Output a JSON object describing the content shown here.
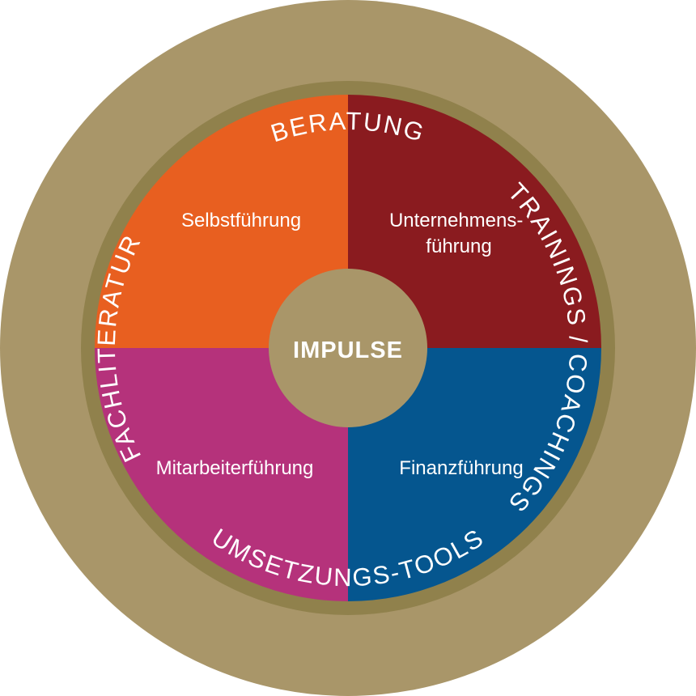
{
  "outer_ring": {
    "top": "BERATUNG",
    "right": "TRAININGS / COACHINGS",
    "bottom": "UMSETZUNGS-TOOLS",
    "left": "FACHLITERATUR"
  },
  "quadrants": {
    "top_left": {
      "lines": [
        "Selbstführung"
      ],
      "color": "#E85F20"
    },
    "top_right": {
      "lines": [
        "Unternehmens-",
        "führung"
      ],
      "color": "#8A1B1F"
    },
    "bottom_left": {
      "lines": [
        "Mitarbeiterführung"
      ],
      "color": "#B5327B"
    },
    "bottom_right": {
      "lines": [
        "Finanzführung"
      ],
      "color": "#05568F"
    }
  },
  "center": {
    "label": "IMPULSE"
  },
  "colors": {
    "ring": "#A99669",
    "ring_band": "#90814C",
    "text": "#FFFFFF"
  }
}
